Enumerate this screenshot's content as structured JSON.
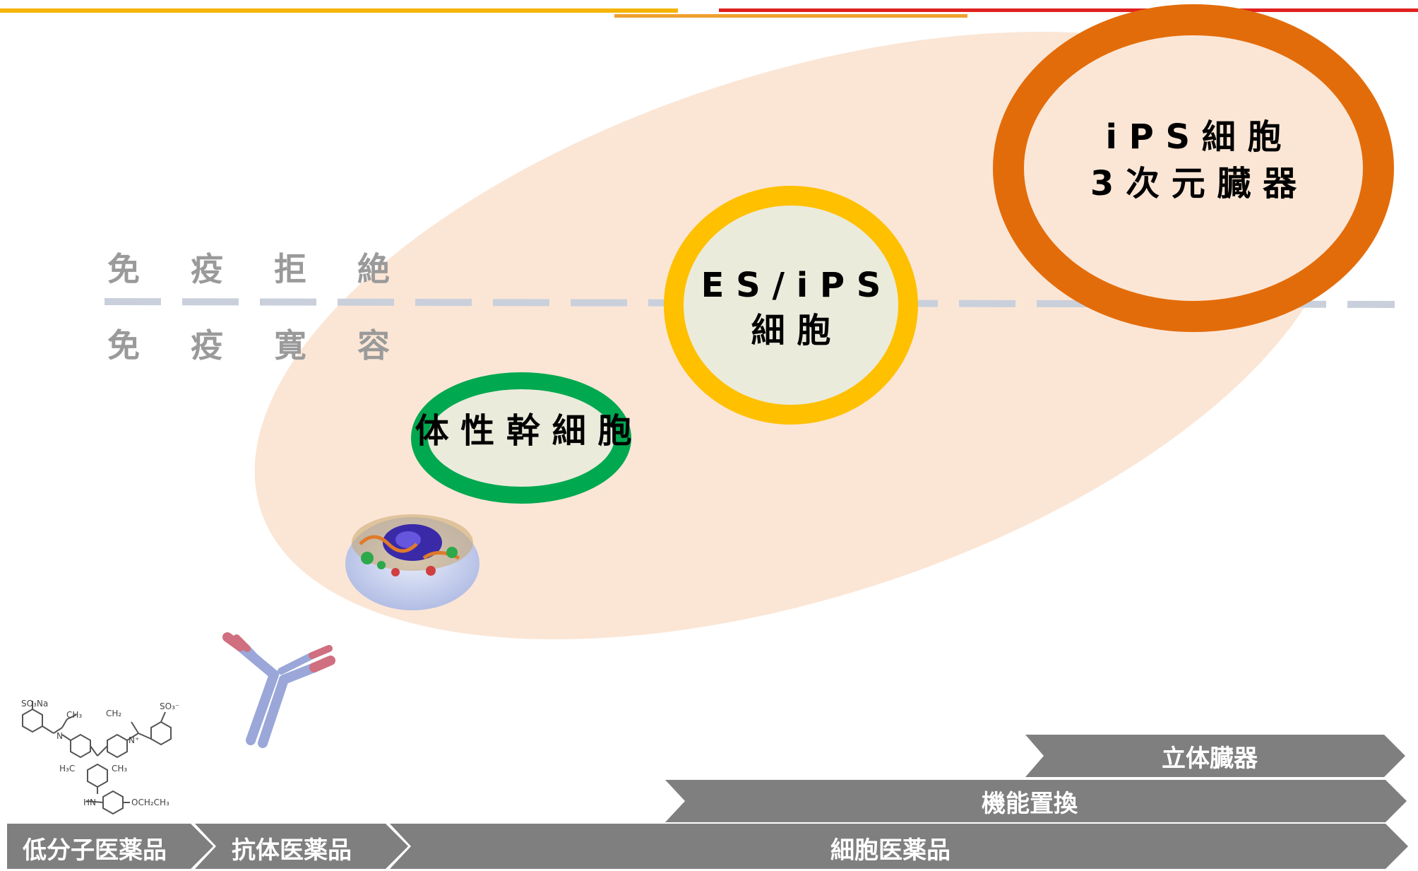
{
  "immune": {
    "rejection": "免 疫 拒 絶",
    "tolerance": "免 疫 寛 容"
  },
  "circles": {
    "somatic": "体 性 幹 細 胞",
    "es_ips_line1": "E S / i P S",
    "es_ips_line2": "細 胞",
    "ips_organ_line1": "i P S 細 胞",
    "ips_organ_line2": "3 次 元 臓 器"
  },
  "bars": {
    "small_molecule": "低分子医薬品",
    "antibody": "抗体医薬品",
    "cell": "細胞医薬品",
    "function": "機能置換",
    "organ": "立体臓器"
  },
  "molecule_labels": {
    "so3na": "SO₃Na",
    "ch3": "CH₃",
    "ch2": "CH₂",
    "so3": "SO₃⁻",
    "n_plus": "N⁺",
    "n": "N",
    "h3c": "H₃C",
    "ch3b": "CH₃",
    "hn": "HN",
    "och2ch3": "OCH₂CH₃"
  },
  "colors": {
    "halo": "#fbe6d6",
    "green": "#00a84f",
    "yellow": "#ffc000",
    "orange": "#e36c0a",
    "circle_fill": "#ebebdc",
    "bar": "#7f7f7f",
    "dash": "#c9d0dc"
  }
}
